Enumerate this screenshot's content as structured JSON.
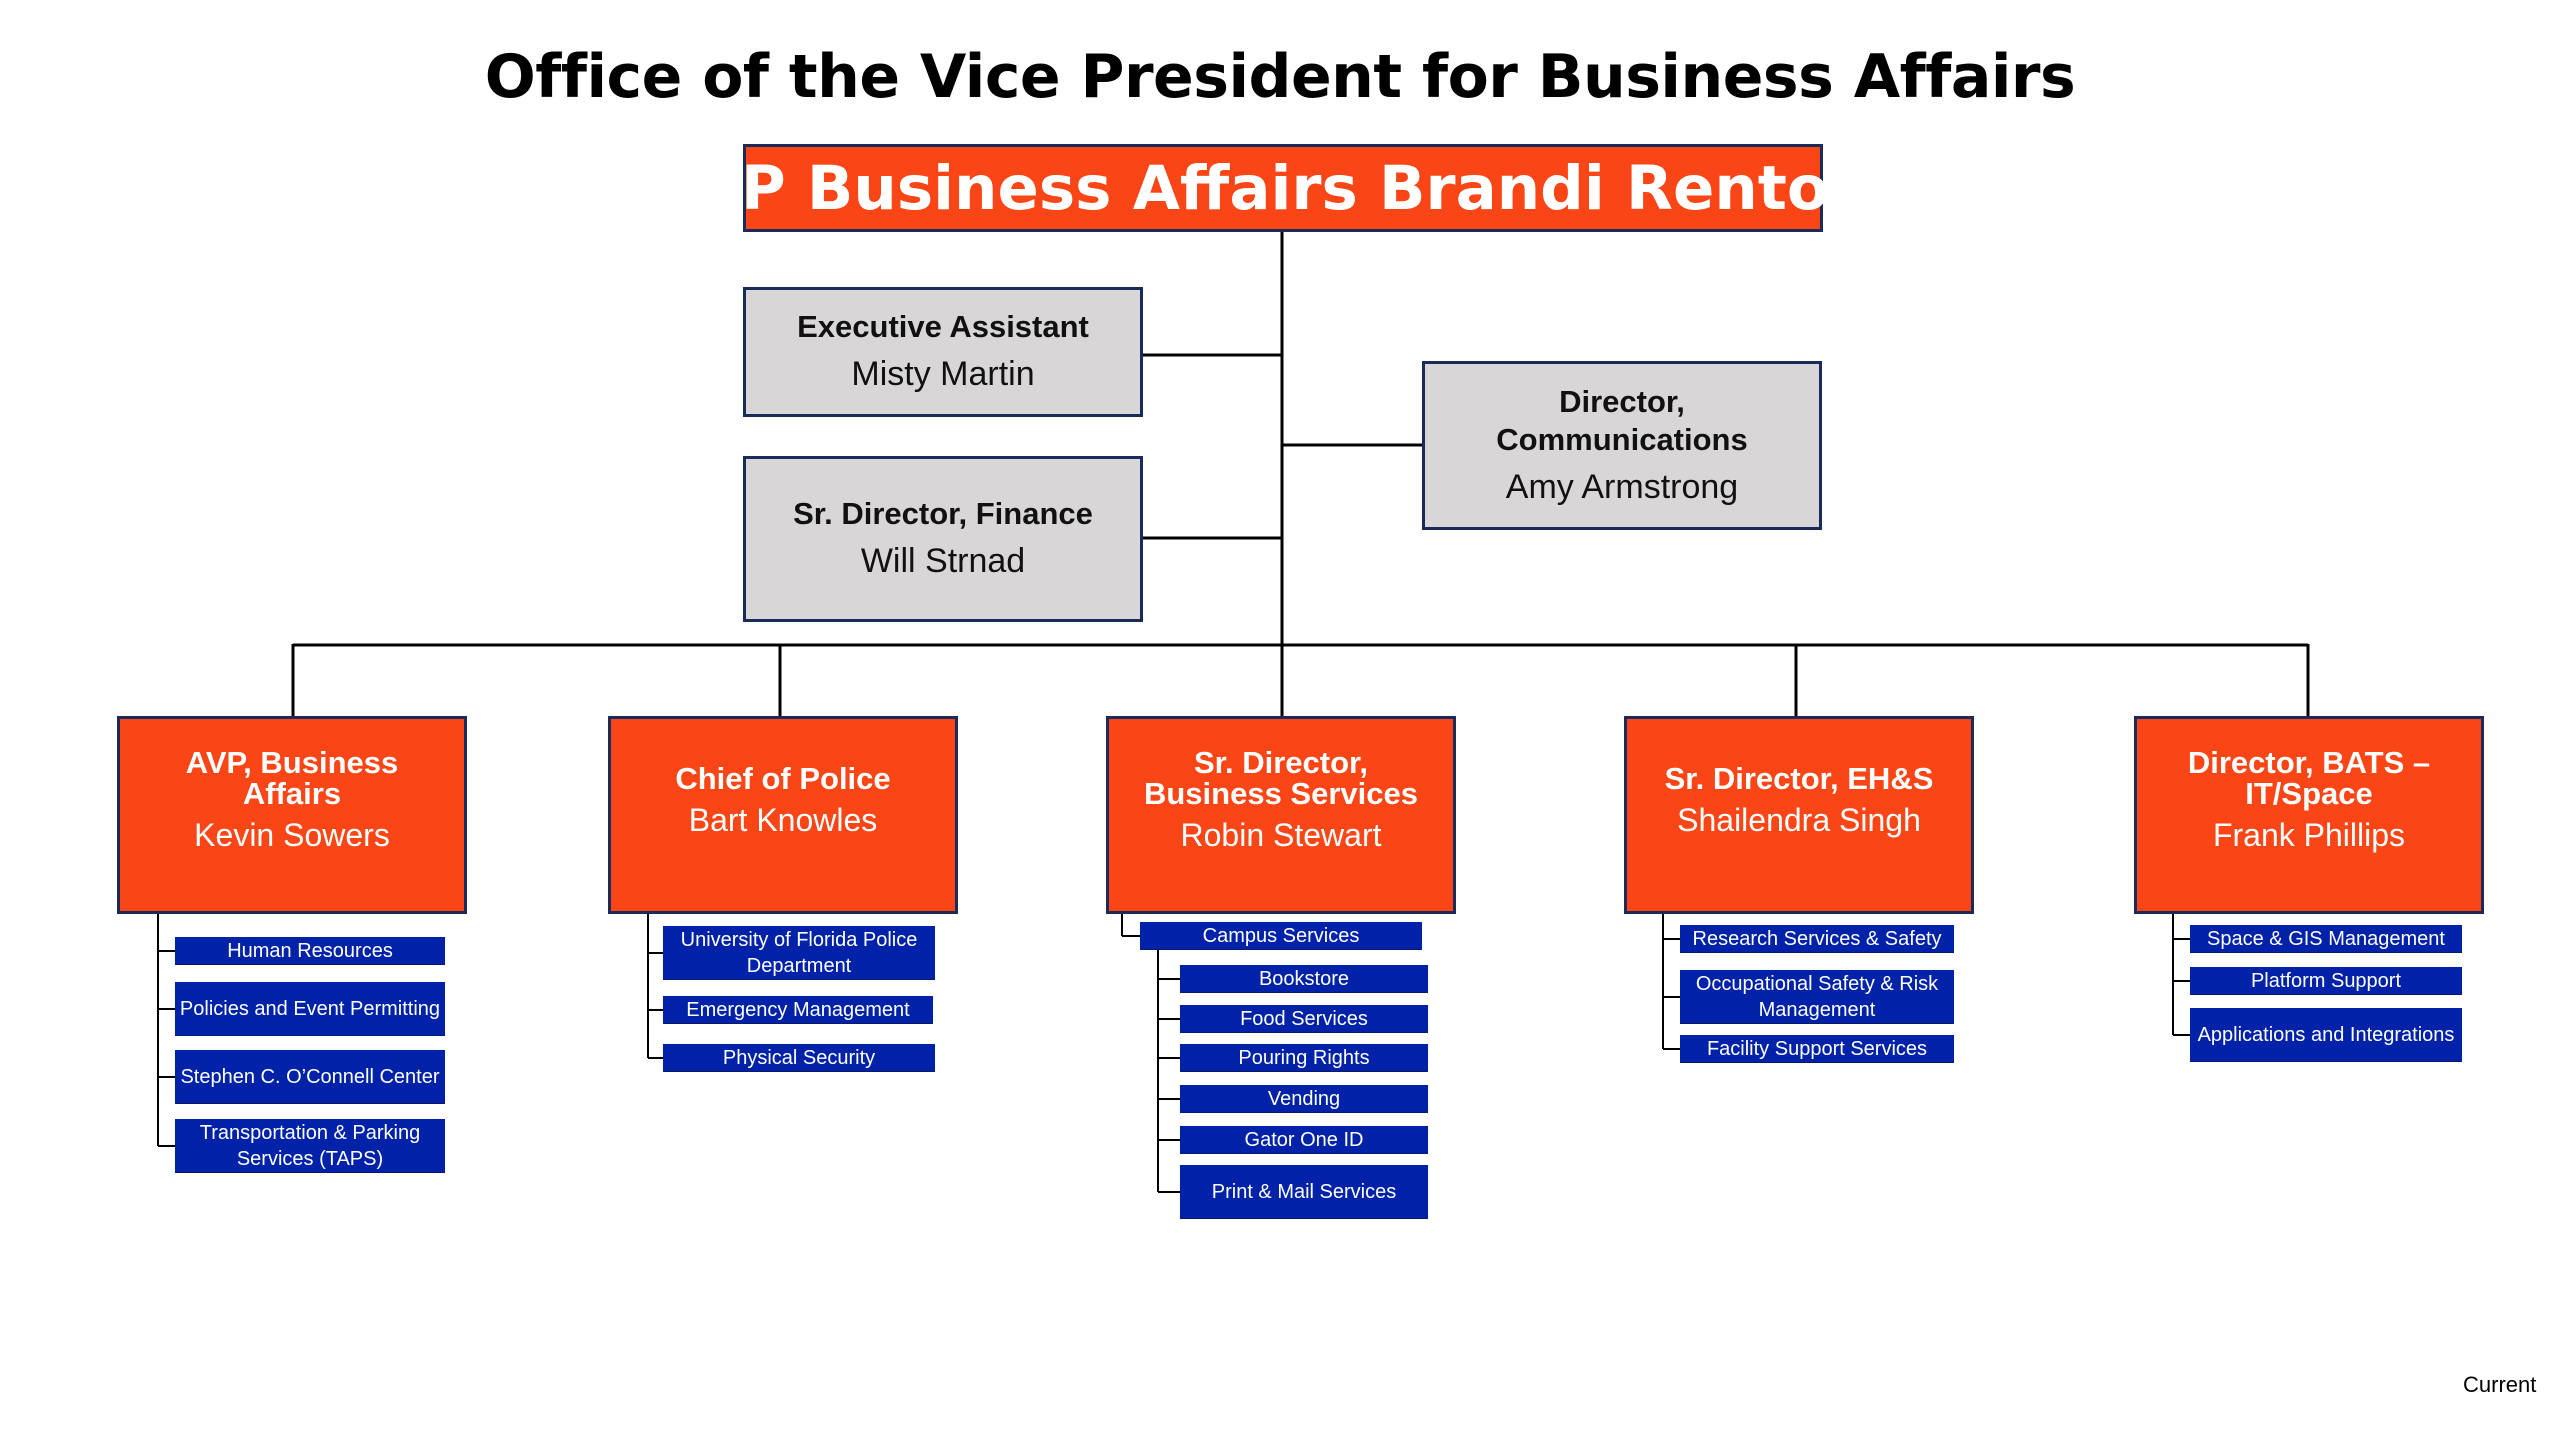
{
  "title": "Office of the Vice President for Business Affairs",
  "top": "VP Business Affairs Brandi Renton",
  "staff": [
    {
      "title": "Executive Assistant",
      "name": "Misty Martin"
    },
    {
      "title": "Sr. Director, Finance",
      "name": "Will Strnad"
    },
    {
      "title": "Director,\nCommunications",
      "name": "Amy Armstrong"
    }
  ],
  "departments": [
    {
      "title": "AVP, Business\nAffairs",
      "name": "Kevin Sowers",
      "units": [
        "Human Resources",
        "Policies and Event Permitting",
        "Stephen C. O’Connell Center",
        "Transportation & Parking Services (TAPS)"
      ]
    },
    {
      "title": "Chief of Police",
      "name": "Bart Knowles",
      "units": [
        "University of Florida Police Department",
        "Emergency Management",
        "Physical Security"
      ]
    },
    {
      "title": "Sr. Director,\nBusiness Services",
      "name": "Robin Stewart",
      "units": [
        "Campus Services",
        "Bookstore",
        "Food Services",
        "Pouring Rights",
        "Vending",
        "Gator One ID",
        "Print & Mail Services"
      ]
    },
    {
      "title": "Sr. Director, EH&S",
      "name": "Shailendra Singh",
      "units": [
        "Research Services & Safety",
        "Occupational Safety & Risk Management",
        "Facility Support Services"
      ]
    },
    {
      "title": "Director, BATS –\nIT/Space",
      "name": "Frank Phillips",
      "units": [
        "Space & GIS Management",
        "Platform Support",
        "Applications and Integrations"
      ]
    }
  ],
  "footer": "Current",
  "colors": {
    "orange": "#fa4616",
    "blue": "#0022a8",
    "gray": "#d9d6d8",
    "border": "#1a2a5a",
    "line": "#000000"
  }
}
